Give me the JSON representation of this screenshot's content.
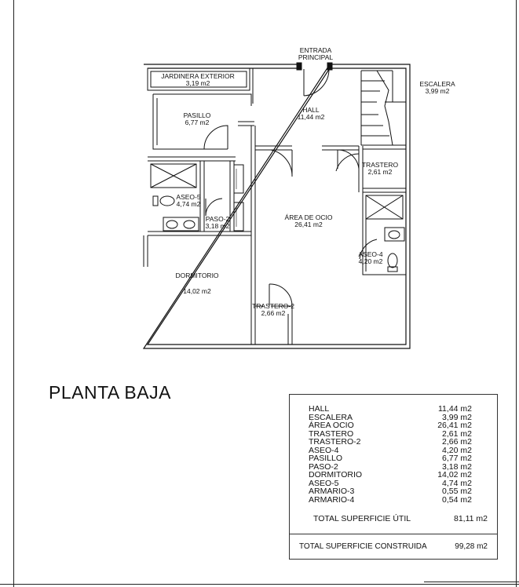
{
  "plan_title": "PLANTA BAJA",
  "entrance": {
    "line1": "ENTRADA",
    "line2": "PRINCIPAL"
  },
  "rooms": {
    "jardinera": {
      "name": "JARDINERA EXTERIOR",
      "area": "3,19 m2"
    },
    "escalera": {
      "name": "ESCALERA",
      "area": "3,99 m2"
    },
    "hall": {
      "name": "HALL",
      "area": "11,44 m2"
    },
    "pasillo": {
      "name": "PASILLO",
      "area": "6,77 m2"
    },
    "trastero": {
      "name": "TRASTERO",
      "area": "2,61 m2"
    },
    "aseo5": {
      "name": "ASEO-5",
      "area": "4,74 m2"
    },
    "paso2": {
      "name": "PASO-2",
      "area": "3,18 m2"
    },
    "area_ocio": {
      "name": "ÁREA DE OCIO",
      "area": "26,41 m2"
    },
    "aseo4": {
      "name": "ASEO-4",
      "area": "4,20 m2"
    },
    "dormitorio": {
      "name": "DORMITORIO",
      "area": "14,02 m2"
    },
    "trastero2": {
      "name": "TRASTERO-2",
      "area": "2,66 m2"
    }
  },
  "summary": {
    "rows": [
      {
        "name": "HALL",
        "value": "11,44 m2"
      },
      {
        "name": "ESCALERA",
        "value": "3,99 m2"
      },
      {
        "name": "ÁREA OCIO",
        "value": "26,41 m2"
      },
      {
        "name": "TRASTERO",
        "value": "2,61 m2"
      },
      {
        "name": "TRASTERO-2",
        "value": "2,66 m2"
      },
      {
        "name": "ASEO-4",
        "value": "4,20 m2"
      },
      {
        "name": "PASILLO",
        "value": "6,77 m2"
      },
      {
        "name": "PASO-2",
        "value": "3,18 m2"
      },
      {
        "name": "DORMITORIO",
        "value": "14,02 m2"
      },
      {
        "name": "ASEO-5",
        "value": "4,74 m2"
      },
      {
        "name": "ARMARIO-3",
        "value": "0,55 m2"
      },
      {
        "name": "ARMARIO-4",
        "value": "0,54 m2"
      }
    ],
    "total_util_label": "TOTAL SUPERFICIE ÚTIL",
    "total_util_value": "81,11 m2",
    "total_construida_label": "TOTAL SUPERFICIE CONSTRUIDA",
    "total_construida_value": "99,28 m2"
  }
}
